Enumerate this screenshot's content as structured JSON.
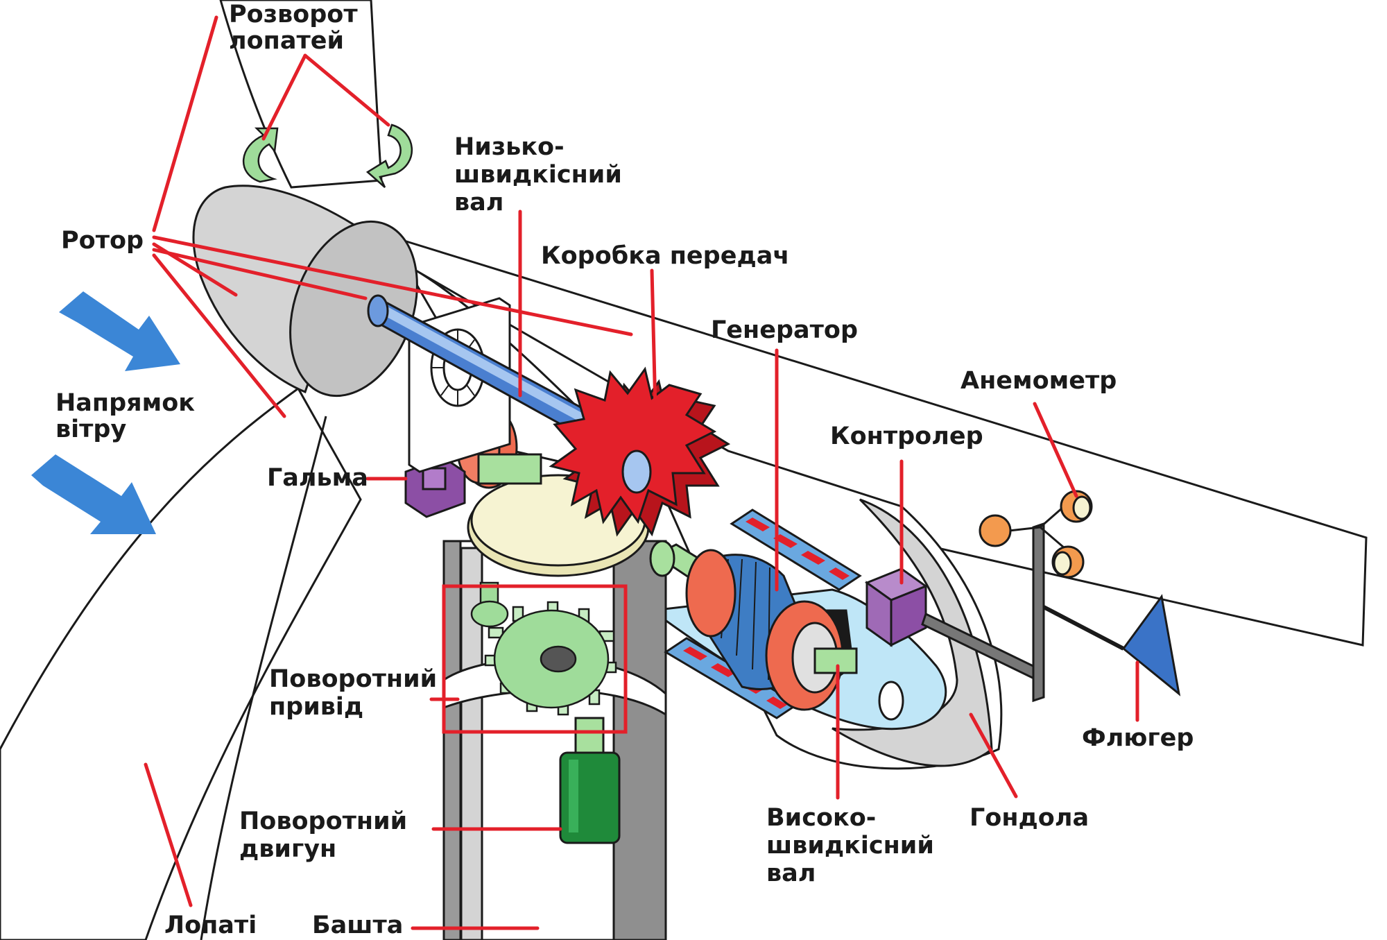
{
  "labels": {
    "blade_pitch": [
      "Розворот",
      "лопатей"
    ],
    "rotor": [
      "Ротор"
    ],
    "wind_direction": [
      "Напрямок",
      "вітру"
    ],
    "low_speed_shaft": [
      "Низько-",
      "швидкісний",
      "вал"
    ],
    "gear_box": [
      "Коробка передач"
    ],
    "generator": [
      "Генератор"
    ],
    "anemometer": [
      "Анемометр"
    ],
    "controller": [
      "Контролер"
    ],
    "brake": [
      "Гальма"
    ],
    "yaw_drive": [
      "Поворотний",
      "привід"
    ],
    "yaw_motor": [
      "Поворотний",
      "двигун"
    ],
    "blades": [
      "Лопаті"
    ],
    "tower": [
      "Башта"
    ],
    "high_speed_shaft": [
      "Високо-",
      "швидкісний",
      "вал"
    ],
    "nacelle": [
      "Гондола"
    ],
    "wind_vane": [
      "Флюгер"
    ]
  },
  "colors": {
    "leader": "#e3202a",
    "wind_arrow": "#3b86d6",
    "gear": "#e3202a",
    "shaft": "#4a7fd0",
    "generator": "#3e7dc4",
    "controller": "#9f6ab6",
    "brake": "#8c4fa5",
    "yaw_gear": "#9fdc9a",
    "motor": "#1f8a3a",
    "bearing": "#f2f0c8",
    "anemometer_cup": "#f39a4e",
    "wind_vane": "#3a73c7",
    "nacelle_floor": "#bfe6f7",
    "grey": "#cfcfcf"
  }
}
